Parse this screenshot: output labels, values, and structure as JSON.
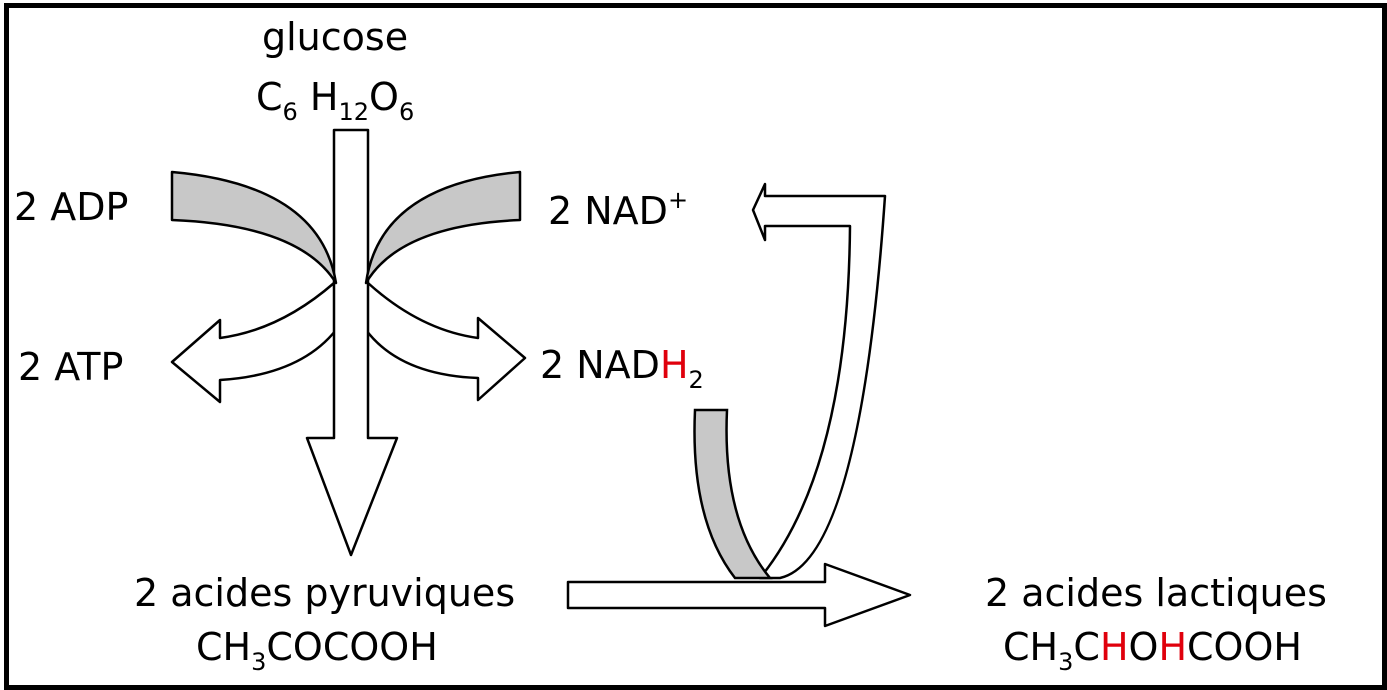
{
  "colors": {
    "highlight": "#e0000c",
    "gray_arrow": "#c8c8c8",
    "stroke": "#000000"
  },
  "glucose": {
    "name": "glucose",
    "c": "C",
    "c_n": "6",
    "h": "H",
    "h_n": "12",
    "o": "O",
    "o_n": "6"
  },
  "adp": {
    "text": "2 ADP"
  },
  "atp": {
    "text": "2 ATP"
  },
  "nad": {
    "text": "2 NAD",
    "sup": "+"
  },
  "nadh": {
    "prefix": "2 NAD",
    "h": "H",
    "n": "2"
  },
  "pyruvic": {
    "name": "2 acides pyruviques",
    "f1": "CH",
    "f1_n": "3",
    "f2": "COCOOH"
  },
  "lactic": {
    "name": "2 acides lactiques",
    "f1": "CH",
    "f1_n": "3",
    "f2": "C",
    "h1": "H",
    "f3": "O",
    "h2": "H",
    "f4": "COOH"
  }
}
